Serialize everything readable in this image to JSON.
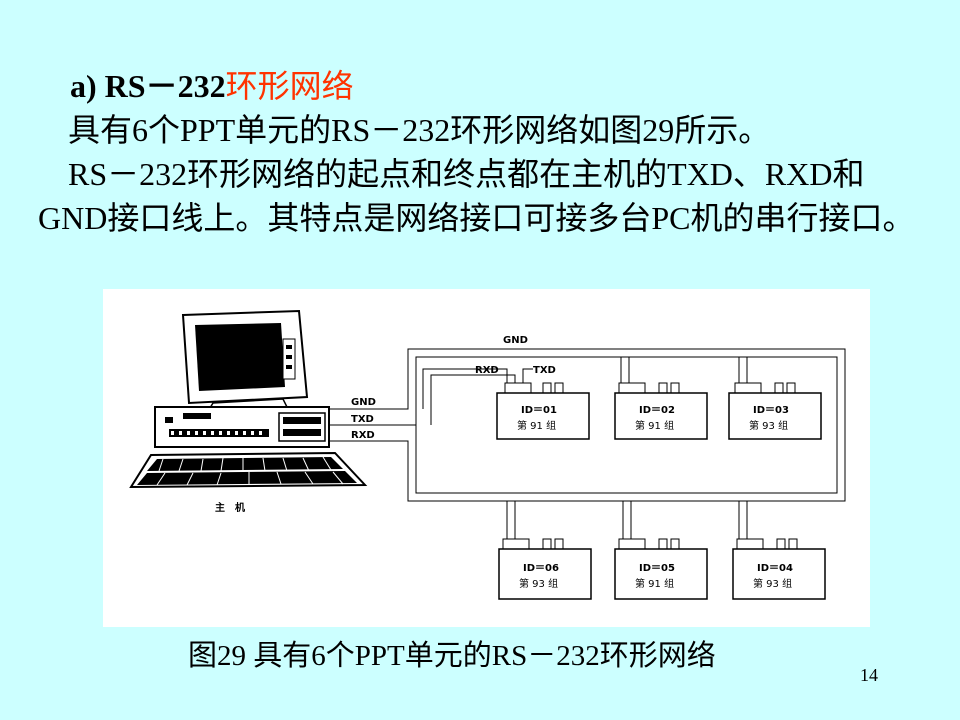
{
  "heading": {
    "prefix": "a)  RS－232",
    "accent": "环形网络"
  },
  "paragraph1": "具有6个PPT单元的RS－232环形网络如图29所示。",
  "paragraph2": "RS－232环形网络的起点和终点都在主机的TXD、RXD和GND接口线上。其特点是网络接口可接多台PC机的串行接口。",
  "figure": {
    "host_label": "主　机",
    "host_signals": [
      "GND",
      "TXD",
      "RXD"
    ],
    "ring_labels": {
      "gnd": "GND",
      "rxd": "RXD",
      "txd": "TXD"
    },
    "units": [
      {
        "id": "ID＝01",
        "group": "第 91 组"
      },
      {
        "id": "ID＝02",
        "group": "第 91 组"
      },
      {
        "id": "ID＝03",
        "group": "第 93 组"
      },
      {
        "id": "ID＝06",
        "group": "第 93 组"
      },
      {
        "id": "ID＝05",
        "group": "第 91 组"
      },
      {
        "id": "ID＝04",
        "group": "第 93 组"
      }
    ]
  },
  "caption": "图29  具有6个PPT单元的RS－232环形网络",
  "page_number": "14"
}
